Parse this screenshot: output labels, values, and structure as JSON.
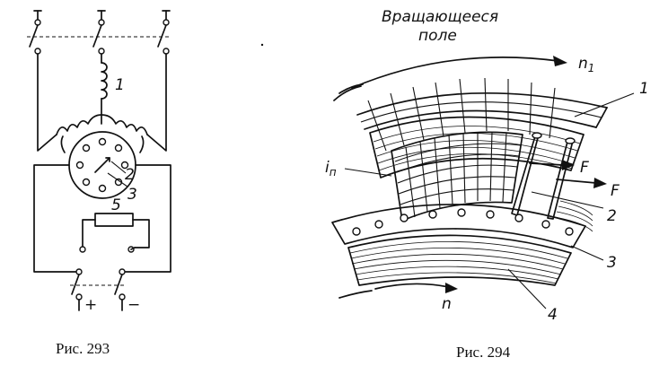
{
  "fig293": {
    "caption": "Рис. 293",
    "labels": {
      "l1": "1",
      "l2": "2",
      "l3": "3",
      "l5": "5",
      "plus": "+",
      "minus": "−"
    }
  },
  "fig294": {
    "caption": "Рис. 294",
    "title_line1": "Вращающееся",
    "title_line2": "поле",
    "labels": {
      "n1": "n",
      "n1_sub": "1",
      "n": "n",
      "i": "i",
      "i_sub": "п",
      "F1": "F",
      "F2": "F",
      "l1": "1",
      "l2": "2",
      "l3": "3",
      "l4": "4"
    }
  }
}
